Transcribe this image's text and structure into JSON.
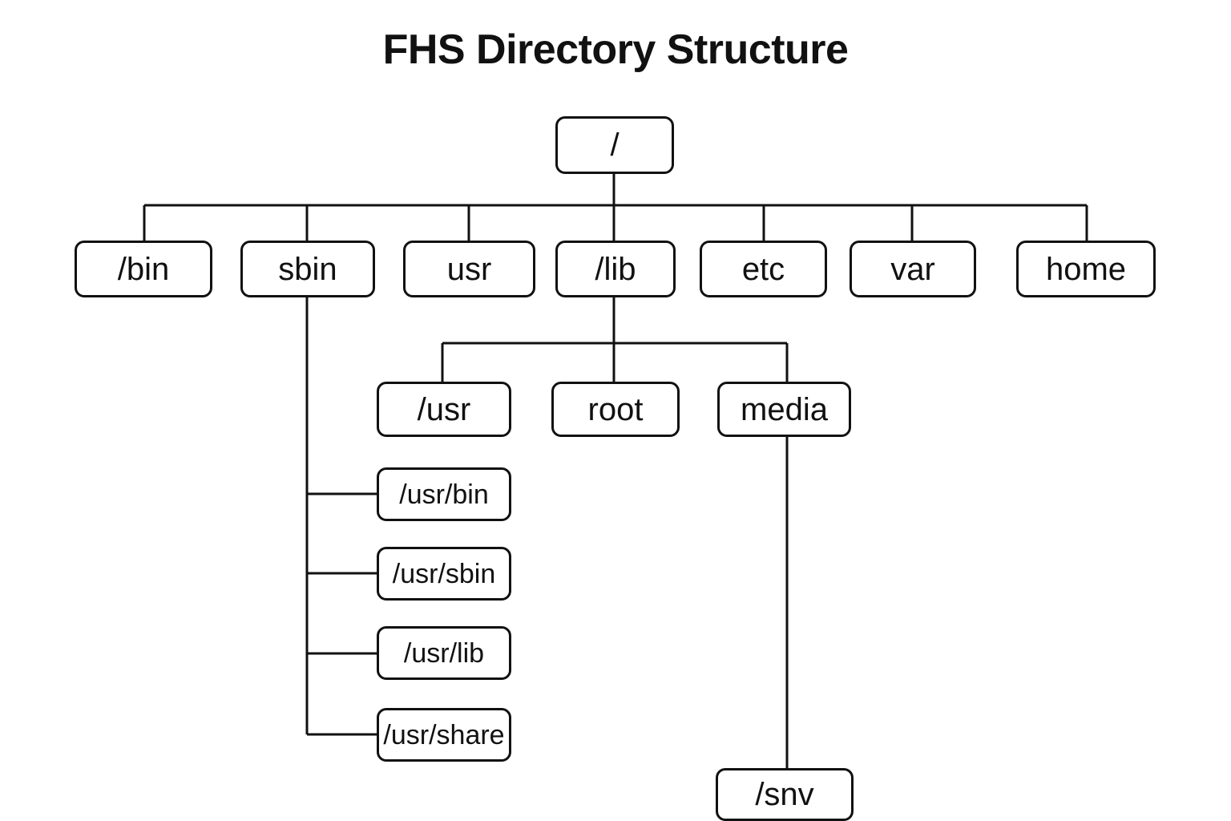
{
  "diagram": {
    "title": "FHS Directory Structure",
    "type": "tree",
    "background_color": "#ffffff",
    "line_color": "#111111",
    "node_fill": "#ffffff",
    "nodes": [
      {
        "id": "root",
        "label": "/",
        "level": 0
      },
      {
        "id": "bin",
        "label": "/bin",
        "level": 1
      },
      {
        "id": "sbin",
        "label": "sbin",
        "level": 1
      },
      {
        "id": "usr",
        "label": "usr",
        "level": 1
      },
      {
        "id": "lib",
        "label": "/lib",
        "level": 1
      },
      {
        "id": "etc",
        "label": "etc",
        "level": 1
      },
      {
        "id": "var",
        "label": "var",
        "level": 1
      },
      {
        "id": "home",
        "label": "home",
        "level": 1
      },
      {
        "id": "usr2",
        "label": "/usr",
        "level": 2
      },
      {
        "id": "rootdir",
        "label": "root",
        "level": 2
      },
      {
        "id": "media",
        "label": "media",
        "level": 2
      },
      {
        "id": "usrbin",
        "label": "/usr/bin",
        "level": 3
      },
      {
        "id": "usrsbin",
        "label": "/usr/sbin",
        "level": 3
      },
      {
        "id": "usrlib",
        "label": "/usr/lib",
        "level": 3
      },
      {
        "id": "usrshare",
        "label": "/usr/share",
        "level": 3
      },
      {
        "id": "snv",
        "label": "/snv",
        "level": 3
      }
    ],
    "edges": [
      {
        "from": "root",
        "to": "bin"
      },
      {
        "from": "root",
        "to": "sbin"
      },
      {
        "from": "root",
        "to": "usr"
      },
      {
        "from": "root",
        "to": "lib"
      },
      {
        "from": "root",
        "to": "etc"
      },
      {
        "from": "root",
        "to": "var"
      },
      {
        "from": "root",
        "to": "home"
      },
      {
        "from": "lib",
        "to": "usr2"
      },
      {
        "from": "lib",
        "to": "rootdir"
      },
      {
        "from": "lib",
        "to": "media"
      },
      {
        "from": "sbin",
        "to": "usrbin"
      },
      {
        "from": "sbin",
        "to": "usrsbin"
      },
      {
        "from": "sbin",
        "to": "usrlib"
      },
      {
        "from": "sbin",
        "to": "usrshare"
      },
      {
        "from": "media",
        "to": "snv"
      }
    ]
  }
}
